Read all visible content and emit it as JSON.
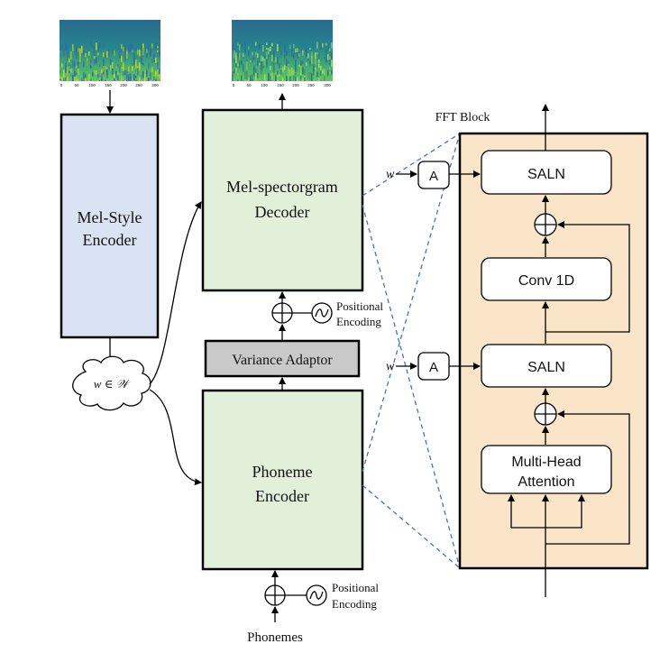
{
  "spectrogram_left": {
    "ticks": [
      "0",
      "50",
      "100",
      "150",
      "200",
      "250",
      "300"
    ]
  },
  "spectrogram_right": {
    "ticks": [
      "0",
      "50",
      "100",
      "150",
      "200",
      "250",
      "300"
    ]
  },
  "mel_style_encoder": {
    "line1": "Mel-Style",
    "line2": "Encoder"
  },
  "style_cloud": {
    "label": "w ∈ 𝒲"
  },
  "decoder": {
    "line1": "Mel-spectorgram",
    "line2": "Decoder"
  },
  "variance_adaptor": {
    "label": "Variance Adaptor"
  },
  "phoneme_encoder": {
    "line1": "Phoneme",
    "line2": "Encoder"
  },
  "positional_top": {
    "line1": "Positional",
    "line2": "Encoding"
  },
  "positional_bottom": {
    "line1": "Positional",
    "line2": "Encoding"
  },
  "input": {
    "label": "Phonemes"
  },
  "fft_block": {
    "title": "FFT Block",
    "w_label": "w",
    "affine_label": "A",
    "saln_label": "SALN",
    "conv_label": "Conv 1D",
    "attention_line1": "Multi-Head",
    "attention_line2": "Attention"
  },
  "colors": {
    "encoder_blue": "#dae3f3",
    "green_block": "#e2f0d9",
    "variance_gray": "#c9c9c9",
    "fft_panel": "#fbe5c8",
    "dashed_lines": "#4472c4",
    "spectrogram_low": "#2f6aa0",
    "spectrogram_high": "#b5de2b"
  }
}
